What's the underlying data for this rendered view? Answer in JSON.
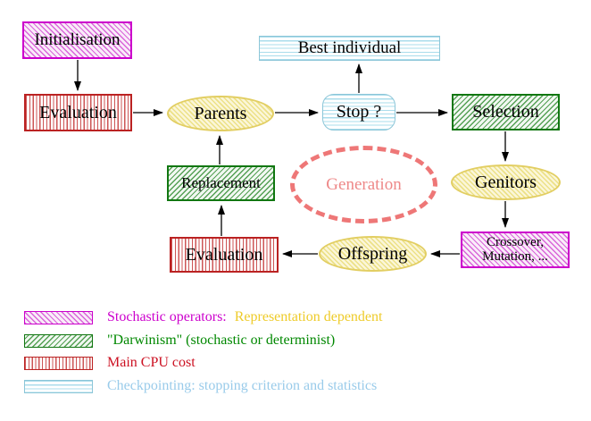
{
  "nodes": {
    "initialisation": "Initialisation",
    "evaluation_top": "Evaluation",
    "parents": "Parents",
    "best_individual": "Best individual",
    "stop": "Stop ?",
    "selection": "Selection",
    "replacement": "Replacement",
    "generation": "Generation",
    "genitors": "Genitors",
    "evaluation_bottom": "Evaluation",
    "offspring": "Offspring",
    "crossover_line1": "Crossover,",
    "crossover_line2": "Mutation, ..."
  },
  "legend": {
    "stochastic_label": "Stochastic operators:",
    "stochastic_suffix": "Representation dependent",
    "darwinism": "\"Darwinism\" (stochastic or determinist)",
    "cpu": "Main CPU cost",
    "checkpointing": "Checkpointing: stopping criterion and statistics"
  },
  "colors": {
    "magenta": "#cc00cc",
    "magenta_hatch": "#d966d9",
    "red_border": "#bb2222",
    "red_text": "#cc1122",
    "green_border": "#117711",
    "green_text": "#008800",
    "cyan_border": "#8cc6d8",
    "cyan_text": "#99cbea",
    "yellow_border": "#e2ce62",
    "gold_text": "#eecb29",
    "salmon_dash": "#ee7777",
    "salmon_text": "#ee8888",
    "arrow": "#000000"
  }
}
